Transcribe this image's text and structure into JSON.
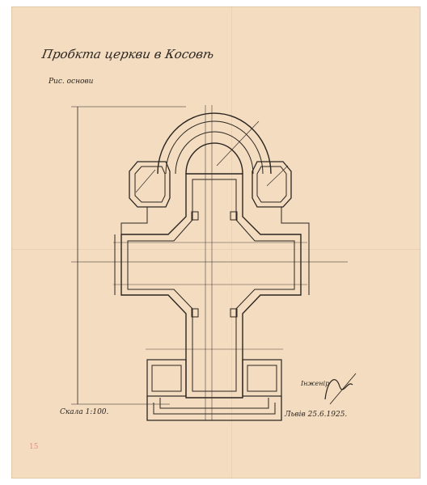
{
  "document": {
    "title": "Пробкта церкви в Косовѣ",
    "subtitle": "Рис. основи",
    "scale_text": "Скала 1:100.",
    "date_text": "Львів 25.6.1925.",
    "engineer_label": "Інженір",
    "stamp_text": "15"
  },
  "colors": {
    "paper": "#f3dcc0",
    "ink": "#2b2520",
    "stamp": "#e08a8a"
  }
}
